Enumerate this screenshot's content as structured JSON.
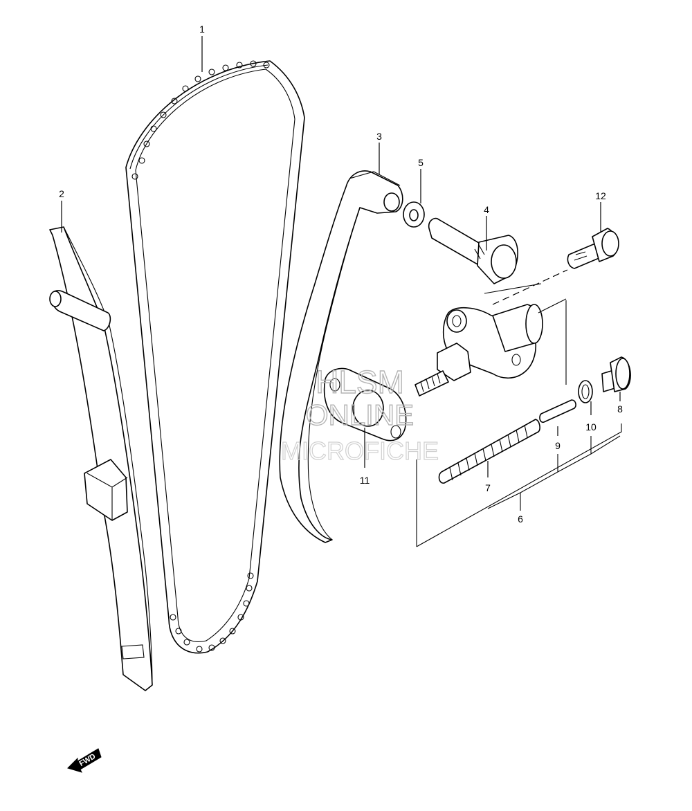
{
  "callouts": [
    {
      "id": "1",
      "label": "1"
    },
    {
      "id": "2",
      "label": "2"
    },
    {
      "id": "3",
      "label": "3"
    },
    {
      "id": "4",
      "label": "4"
    },
    {
      "id": "5",
      "label": "5"
    },
    {
      "id": "6",
      "label": "6"
    },
    {
      "id": "7",
      "label": "7"
    },
    {
      "id": "8",
      "label": "8"
    },
    {
      "id": "9",
      "label": "9"
    },
    {
      "id": "10",
      "label": "10"
    },
    {
      "id": "11",
      "label": "11"
    },
    {
      "id": "12",
      "label": "12"
    }
  ],
  "watermark": {
    "line1": "HLSM",
    "line2": "ONLINE",
    "line3": "MICROFICHE"
  },
  "forward_label": "FWD"
}
